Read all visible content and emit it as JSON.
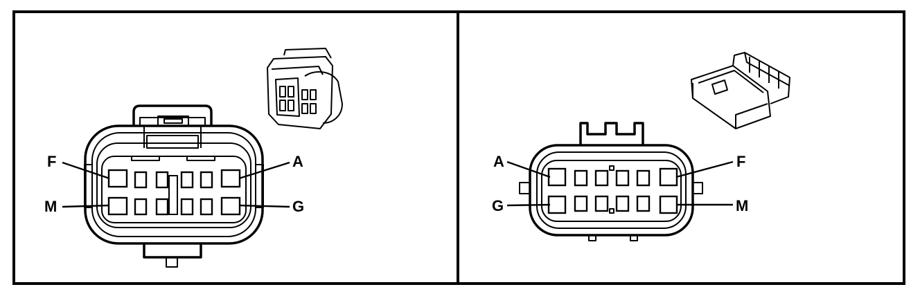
{
  "left_connector": {
    "labels": {
      "top_left": "F",
      "bottom_left": "M",
      "top_right": "A",
      "bottom_right": "G"
    }
  },
  "right_connector": {
    "labels": {
      "top_left": "A",
      "bottom_left": "G",
      "top_right": "F",
      "bottom_right": "M"
    }
  }
}
